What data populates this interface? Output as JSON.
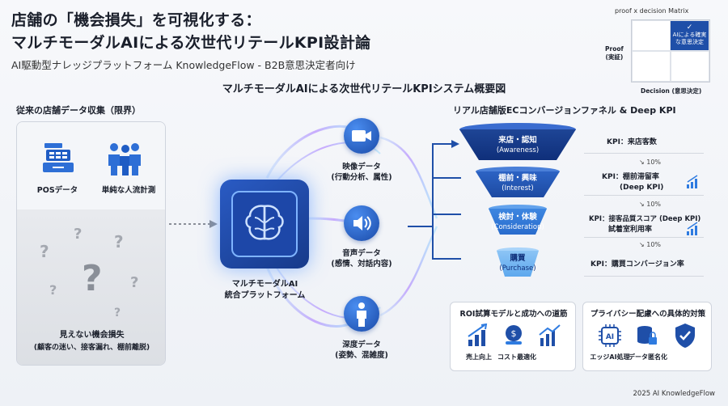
{
  "header": {
    "title_line1": "店舗の「機会損失」を可視化する：",
    "title_line2": "マルチモーダルAIによる次世代リテールKPI設計論",
    "subtitle": "AI駆動型ナレッジプラットフォーム KnowledgeFlow - B2B意思決定者向け",
    "center_heading": "マルチモーダルAIによる次世代リテールKPIシステム概要図"
  },
  "matrix": {
    "title": "proof x decision Matrix",
    "highlight": "AIによる確実な意思決定",
    "proof_label": "Proof",
    "proof_sub": "(実証)",
    "decision_label": "Decision (意思決定)"
  },
  "left": {
    "title": "従来の店舗データ収集（限界）",
    "pos_label": "POSデータ",
    "count_label": "単純な人流計測",
    "loss_title": "見えない機会損失",
    "loss_sub": "(顧客の迷い、接客漏れ、棚前離脱)"
  },
  "center": {
    "chip_label_1": "マルチモーダルAI",
    "chip_label_2": "統合プラットフォーム",
    "video_1": "映像データ",
    "video_2": "(行動分析、属性)",
    "audio_1": "音声データ",
    "audio_2": "(感情、対話内容)",
    "depth_1": "深度データ",
    "depth_2": "(姿勢、混雑度)"
  },
  "funnel": {
    "title": "リアル店舗版ECコンバージョンファネル & Deep KPI",
    "stages": [
      {
        "name": "来店・認知",
        "en": "(Awareness)",
        "kpi": "KPI：来店客数"
      },
      {
        "name": "棚前・興味",
        "en": "(Interest)",
        "kpi": "KPI：棚前滞留率",
        "kpi2": "(Deep KPI)"
      },
      {
        "name": "検討・体験",
        "en": "(Consideration)",
        "kpi": "KPI：接客品質スコア (Deep KPI)",
        "kpi2": "試着室利用率"
      },
      {
        "name": "購買",
        "en": "(Purchase)",
        "kpi": "KPI：購買コンバージョン率"
      }
    ],
    "rates": [
      "10%",
      "10%",
      "10%"
    ]
  },
  "roi": {
    "title": "ROI試算モデルと成功への道筋",
    "items": [
      "売上向上",
      "コスト最適化"
    ]
  },
  "privacy": {
    "title": "プライバシー配慮への具体的対策",
    "items": [
      "エッジAI処理",
      "データ匿名化"
    ]
  },
  "footer": "2025 AI KnowledgeFlow",
  "colors": {
    "brand": "#1f4fa8",
    "accent": "#2e7be0",
    "funnel_top": "#0f2f7a"
  }
}
